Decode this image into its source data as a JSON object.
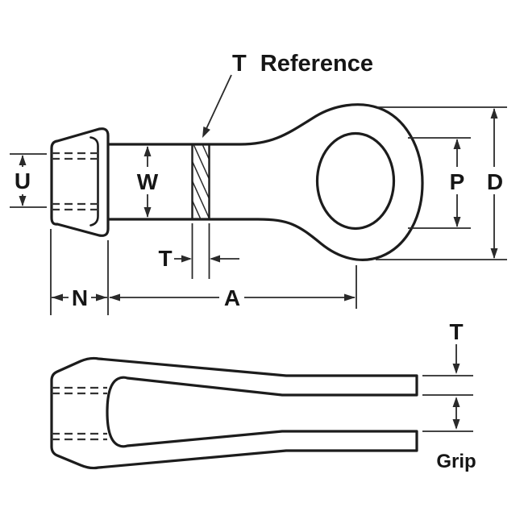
{
  "colors": {
    "background": "#ffffff",
    "ink": "#1c1c1c",
    "dimension_line": "#2a2a2a"
  },
  "callout": {
    "t_reference": "T Reference"
  },
  "top_view": {
    "dim_u": "U",
    "dim_w": "W",
    "dim_t": "T",
    "dim_n": "N",
    "dim_a": "A",
    "dim_p": "P",
    "dim_d": "D"
  },
  "side_view": {
    "dim_t": "T",
    "dim_grip": "Grip"
  }
}
